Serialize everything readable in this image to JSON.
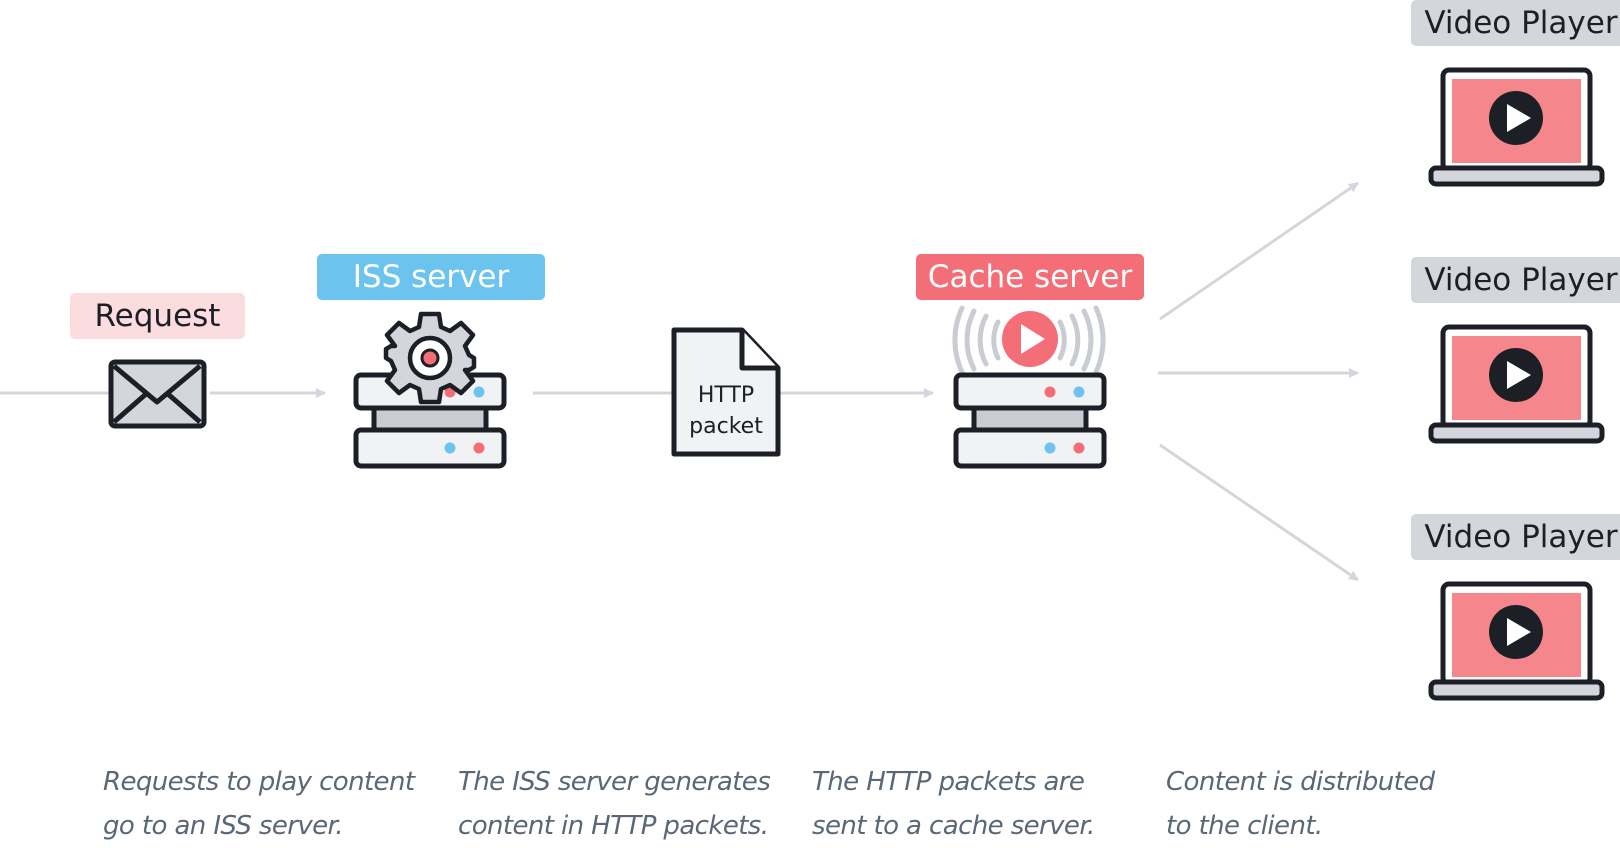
{
  "labels": {
    "request": "Request",
    "iss_server": "ISS server",
    "cache_server": "Cache server",
    "video_players": [
      "Video Player",
      "Video Player",
      "Video Player"
    ]
  },
  "packet": {
    "line1": "HTTP",
    "line2": "packet"
  },
  "captions": [
    {
      "line1": "Requests to play content",
      "line2": "go to an ISS server."
    },
    {
      "line1": "The ISS server generates",
      "line2": "content in HTTP packets."
    },
    {
      "line1": "The HTTP packets are",
      "line2": "sent to a cache server."
    },
    {
      "line1": "Content is distributed",
      "line2": "to the client."
    }
  ],
  "colors": {
    "arrow": "#d3d7dc",
    "outline": "#1c1f26",
    "blue_accent": "#6cc4ee",
    "red_accent": "#f36e76",
    "request_bg": "#fbdde0",
    "player_label_bg": "#d3d7dc",
    "caption_text": "#5a6777",
    "screen_fill": "#f4868c"
  },
  "icons": [
    "envelope-icon",
    "gear-icon",
    "server-icon",
    "document-icon",
    "play-icon",
    "broadcast-icon",
    "laptop-icon"
  ]
}
